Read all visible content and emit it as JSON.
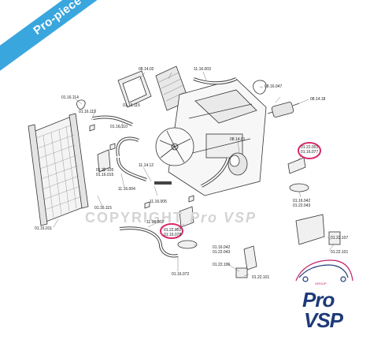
{
  "banner": {
    "text": "Pro-piece-vsp.com"
  },
  "watermark": {
    "copyright": "COPYRIGHT",
    "brand": "Pro VSP"
  },
  "logo": {
    "group": "GROUP",
    "line1": "Pro",
    "line2": "VSP"
  },
  "parts": {
    "p1": "08.14.02",
    "p2": "11.16.003",
    "p3": "01.16.114",
    "p4": "01.16.115",
    "p5": "01.16.110",
    "p6": "01.16.115",
    "p7": "08.16.047",
    "p8": "08.14.18",
    "p9": "08.14.01",
    "p10": "01.22.001",
    "p11": "01.16.077",
    "p12": "01.22.105",
    "p13": "01.16.015",
    "p14": "11.14.12",
    "p15": "11.16.004",
    "p16": "11.16.005",
    "p17": "01.16.115",
    "p18": "11.16.002",
    "p19": "01.16.011",
    "p20": "01.16.042",
    "p21": "01.22.043",
    "p22": "01.22.002",
    "p23": "01.16.078",
    "p24": "01.16.042",
    "p25": "01.22.043",
    "p26": "01.22.107",
    "p27": "01.22.101",
    "p28": "01.22.106",
    "p29": "01.22.101",
    "p30": "01.16.072"
  }
}
